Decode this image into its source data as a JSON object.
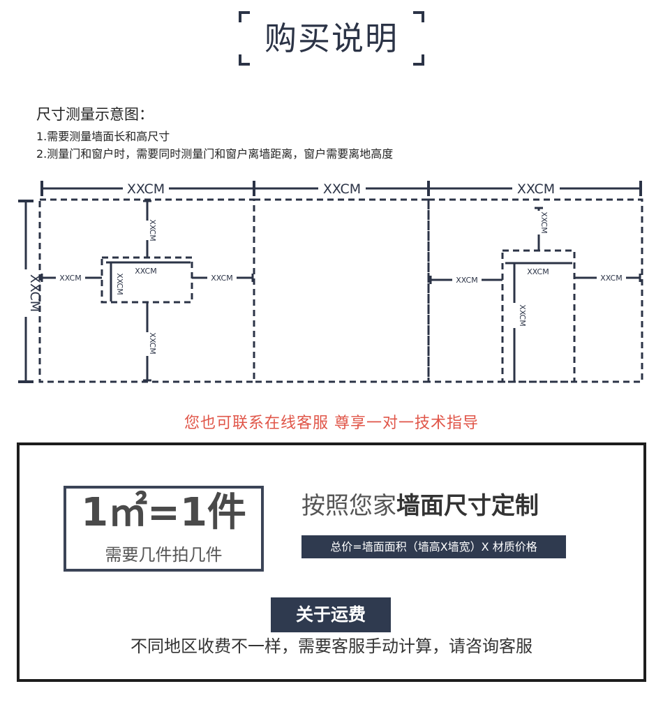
{
  "header": {
    "title": "购买说明"
  },
  "instructions": {
    "title": "尺寸测量示意图：",
    "line1": "1.需要测量墙面长和高尺寸",
    "line2": "2.测量门和窗户时，需要同时测量门和窗户离墙距离，窗户需要离地高度"
  },
  "diagram": {
    "width_label_1": "XXCM",
    "width_label_2": "XXCM",
    "width_label_3": "XXCM",
    "height_label": "XXCM",
    "window": {
      "top": "XXCM",
      "left": "XXCM",
      "right": "XXCM",
      "width": "XXCM",
      "height": "XXCM",
      "bottom": "XXCM"
    },
    "door": {
      "top": "XXCM",
      "left": "XXCM",
      "right": "XXCM",
      "width": "XXCM",
      "height": "XXCM"
    }
  },
  "contact": {
    "text": "您也可联系在线客服   尊享一对一技术指导"
  },
  "pricing": {
    "formula": "1㎡=1件",
    "formula_sub": "需要几件拍几件",
    "custom_prefix": "按照您家",
    "custom_bold": "墙面尺寸定制",
    "price_formula": "总价=墙面面积（墙高X墙宽）X 材质价格"
  },
  "shipping": {
    "badge": "关于运费",
    "note": "不同地区收费不一样，需要客服手动计算，请咨询客服"
  },
  "colors": {
    "navy": "#2f3a4f",
    "accent_red": "#e05548",
    "frame": "#1d1d1d"
  }
}
